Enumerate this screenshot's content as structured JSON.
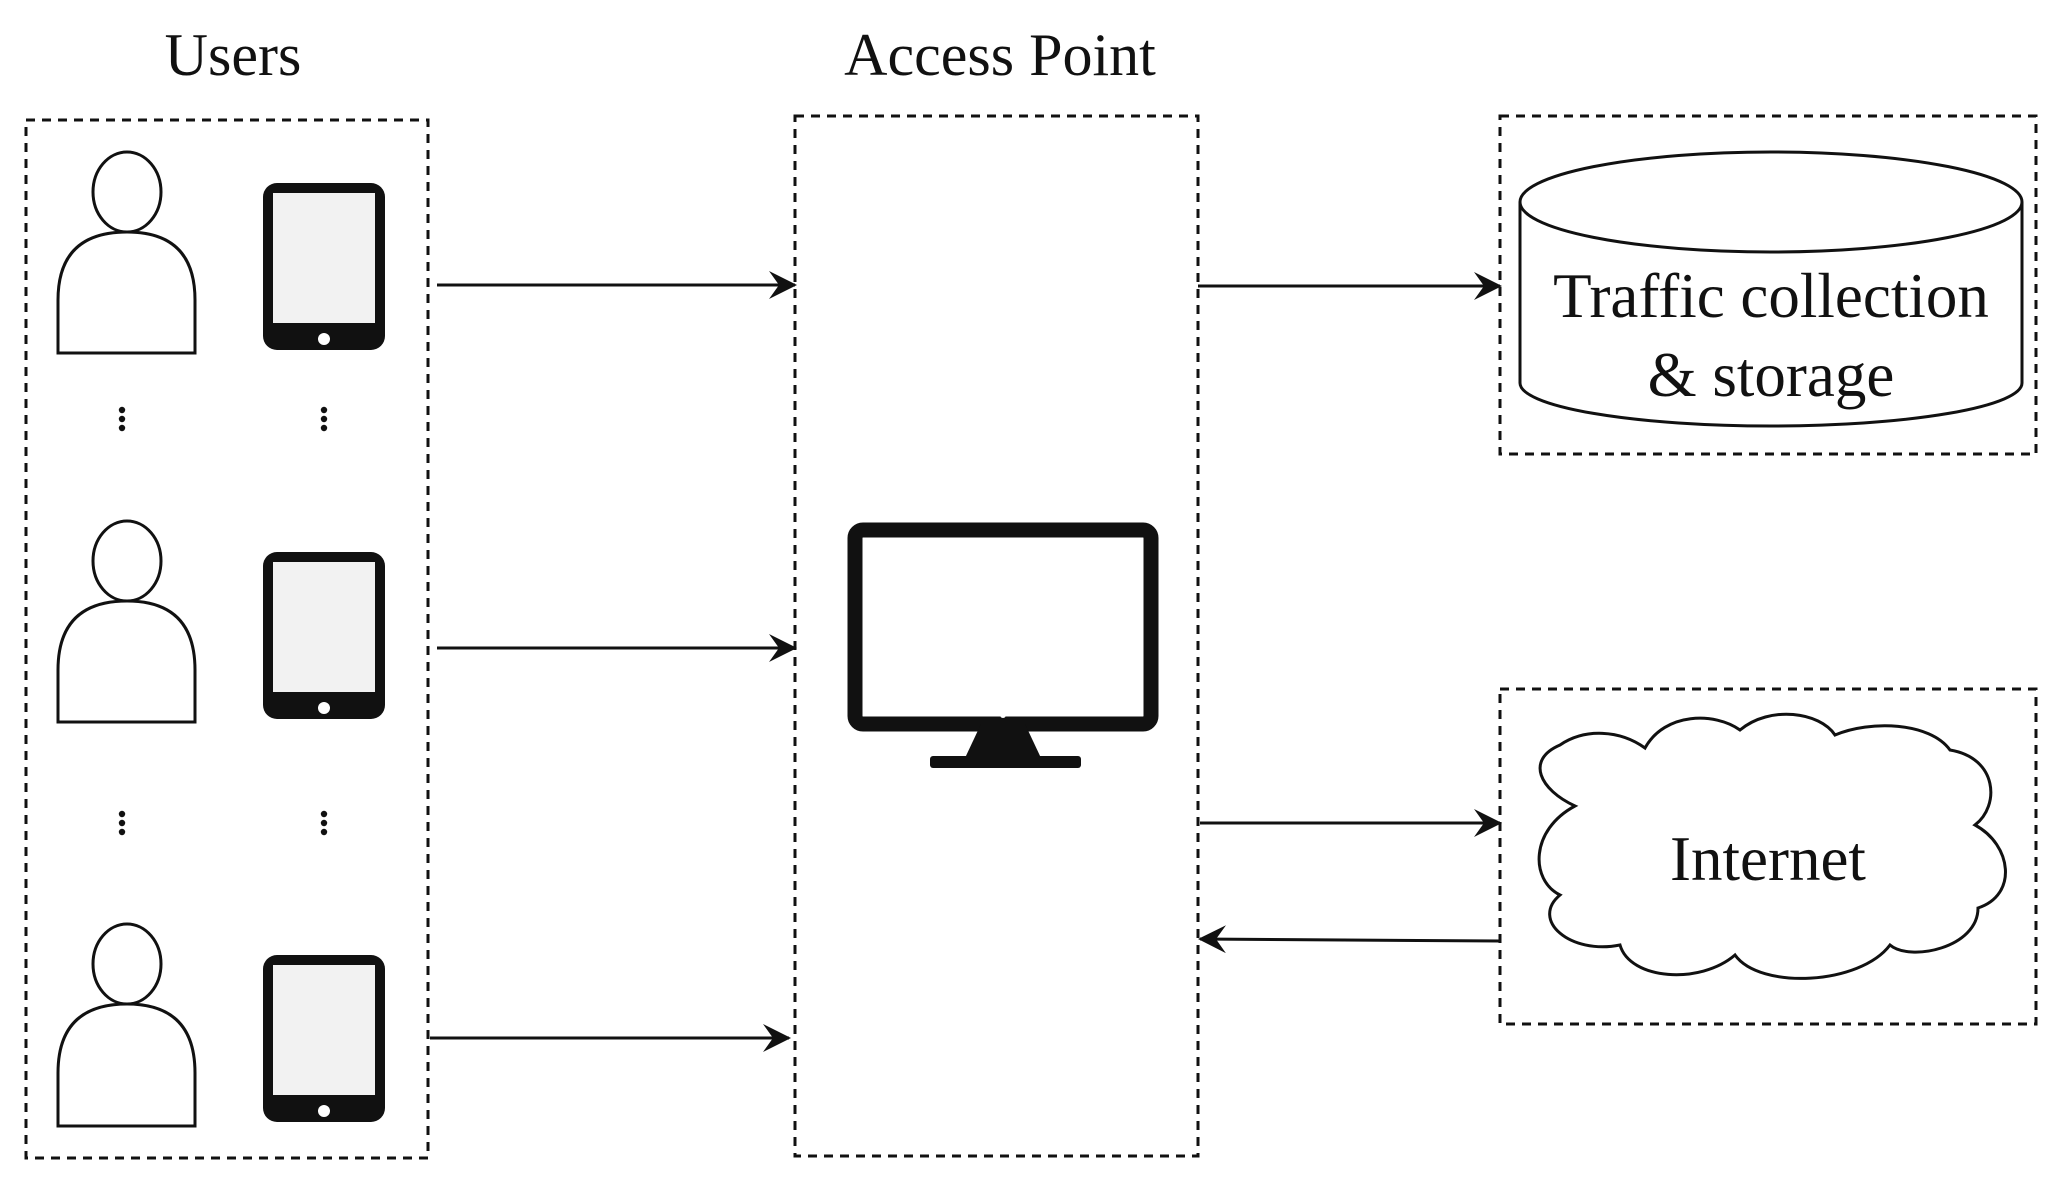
{
  "titles": {
    "users": "Users",
    "access_point": "Access Point"
  },
  "storage": {
    "line1": "Traffic collection",
    "line2": "& storage"
  },
  "internet": {
    "label": "Internet"
  },
  "user_rows": [
    {
      "person_icon": "person-icon",
      "device_icon": "tablet-icon"
    },
    {
      "person_icon": "person-icon",
      "device_icon": "tablet-icon"
    },
    {
      "person_icon": "person-icon",
      "device_icon": "tablet-icon"
    }
  ],
  "icons": {
    "access_point": "monitor-icon",
    "storage": "database-cylinder-icon",
    "internet": "cloud-icon",
    "ellipsis": "vertical-ellipsis-icon"
  },
  "colors": {
    "stroke": "#111111",
    "background": "#ffffff",
    "tablet_screen": "#f2f2f2"
  }
}
